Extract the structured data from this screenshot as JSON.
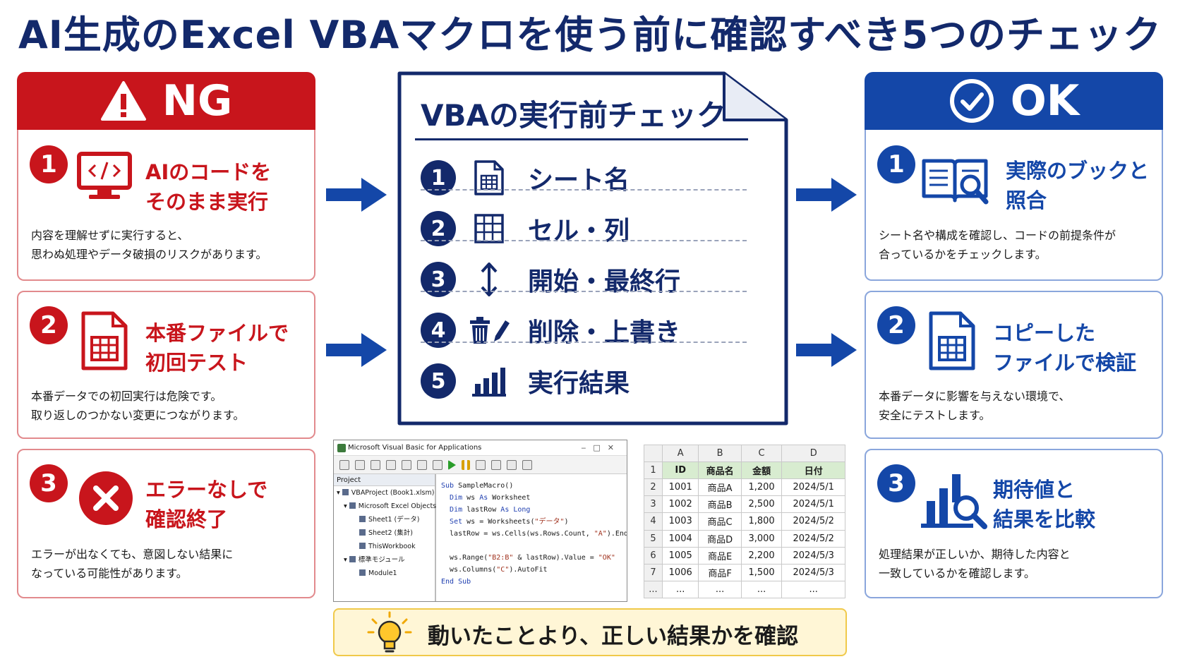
{
  "title": "AI生成のExcel VBAマクロを使う前に確認すべき5つのチェック",
  "ng": {
    "label": "NG",
    "cards": [
      {
        "num": "1",
        "title1": "AIのコードを",
        "title2": "そのまま実行",
        "desc1": "内容を理解せずに実行すると、",
        "desc2": "思わぬ処理やデータ破損のリスクがあります。",
        "icon": "monitor-code-icon"
      },
      {
        "num": "2",
        "title1": "本番ファイルで",
        "title2": "初回テスト",
        "desc1": "本番データでの初回実行は危険です。",
        "desc2": "取り返しのつかない変更につながります。",
        "icon": "spreadsheet-file-icon"
      },
      {
        "num": "3",
        "title1": "エラーなしで",
        "title2": "確認終了",
        "desc1": "エラーが出なくても、意図しない結果に",
        "desc2": "なっている可能性があります。",
        "icon": "x-circle-icon"
      }
    ]
  },
  "ok": {
    "label": "OK",
    "cards": [
      {
        "num": "1",
        "title1": "実際のブックと",
        "title2": "照合",
        "desc1": "シート名や構成を確認し、コードの前提条件が",
        "desc2": "合っているかをチェックします。",
        "icon": "book-search-icon"
      },
      {
        "num": "2",
        "title1": "コピーした",
        "title2": "ファイルで検証",
        "desc1": "本番データに影響を与えない環境で、",
        "desc2": "安全にテストします。",
        "icon": "copy-file-icon"
      },
      {
        "num": "3",
        "title1": "期待値と",
        "title2": "結果を比較",
        "desc1": "処理結果が正しいか、期待した内容と",
        "desc2": "一致しているかを確認します。",
        "icon": "chart-search-icon"
      }
    ]
  },
  "checklist": {
    "title": "VBAの実行前チェック",
    "items": [
      {
        "num": "1",
        "label": "シート名",
        "icon": "sheet-icon"
      },
      {
        "num": "2",
        "label": "セル・列",
        "icon": "grid-icon"
      },
      {
        "num": "3",
        "label": "開始・最終行",
        "icon": "updown-arrow-icon"
      },
      {
        "num": "4",
        "label": "削除・上書き",
        "icon": "trash-pen-icon"
      },
      {
        "num": "5",
        "label": "実行結果",
        "icon": "bar-chart-icon"
      }
    ]
  },
  "vbe": {
    "window_title": "Microsoft Visual Basic for Applications",
    "project_header": "Project",
    "tree": [
      "VBAProject (Book1.xlsm)",
      "Microsoft Excel Objects",
      "Sheet1 (データ)",
      "Sheet2 (集計)",
      "ThisWorkbook",
      "標準モジュール",
      "Module1"
    ],
    "code": [
      "Sub SampleMacro()",
      "  Dim ws As Worksheet",
      "  Dim lastRow As Long",
      "  Set ws = Worksheets(\"データ\")",
      "  lastRow = ws.Cells(ws.Rows.Count, \"A\").End(xlUp).Row",
      "",
      "  ws.Range(\"B2:B\" & lastRow).Value = \"OK\"",
      "  ws.Columns(\"C\").AutoFit",
      "End Sub"
    ]
  },
  "sheet": {
    "col_headers": [
      "A",
      "B",
      "C",
      "D"
    ],
    "rows": [
      {
        "rh": "1",
        "cells": [
          "ID",
          "商品名",
          "金額",
          "日付"
        ]
      },
      {
        "rh": "2",
        "cells": [
          "1001",
          "商品A",
          "1,200",
          "2024/5/1"
        ]
      },
      {
        "rh": "3",
        "cells": [
          "1002",
          "商品B",
          "2,500",
          "2024/5/1"
        ]
      },
      {
        "rh": "4",
        "cells": [
          "1003",
          "商品C",
          "1,800",
          "2024/5/2"
        ]
      },
      {
        "rh": "5",
        "cells": [
          "1004",
          "商品D",
          "3,000",
          "2024/5/2"
        ]
      },
      {
        "rh": "6",
        "cells": [
          "1005",
          "商品E",
          "2,200",
          "2024/5/3"
        ]
      },
      {
        "rh": "7",
        "cells": [
          "1006",
          "商品F",
          "1,500",
          "2024/5/3"
        ]
      },
      {
        "rh": "...",
        "cells": [
          "...",
          "...",
          "...",
          "..."
        ]
      }
    ]
  },
  "tip": {
    "text": "動いたことより、正しい結果かを確認",
    "icon": "lightbulb-icon"
  },
  "colors": {
    "ng": "#c8151c",
    "ok": "#1447a8",
    "navy": "#13296b",
    "tip_bg": "#fff6d6"
  }
}
